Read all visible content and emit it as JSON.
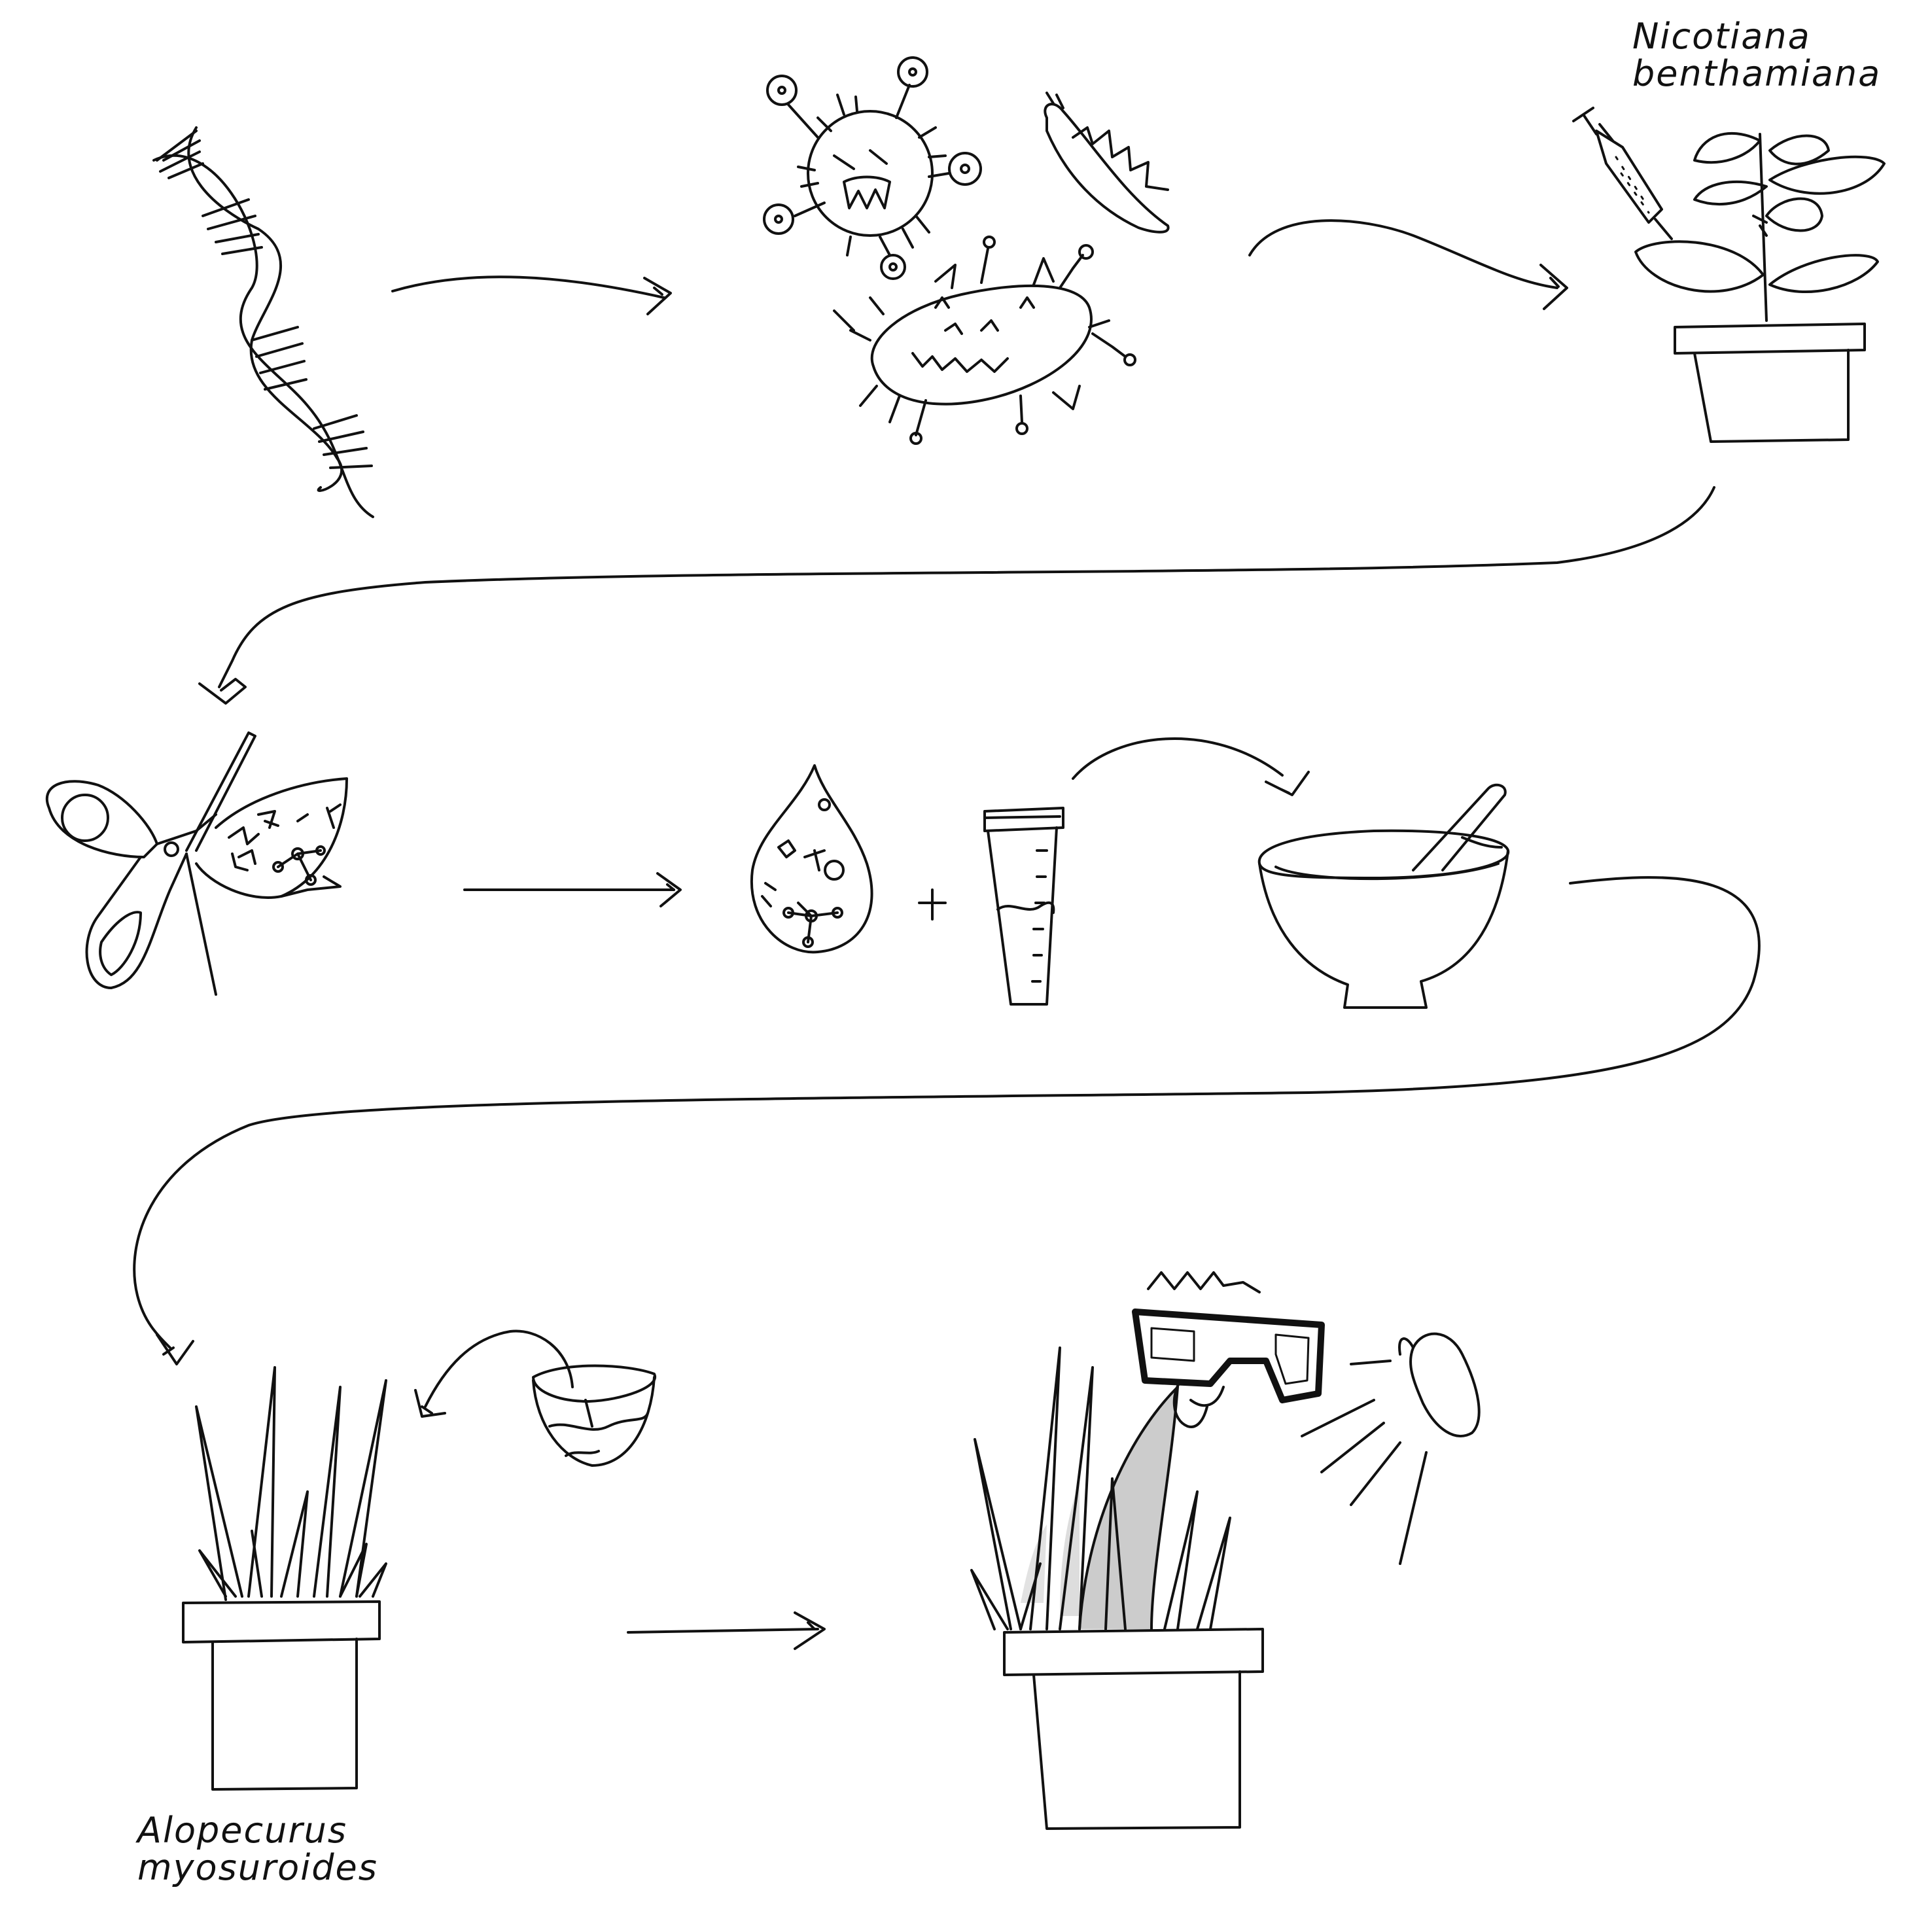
{
  "labels": {
    "nicotiana_line1": "Nicotiana",
    "nicotiana_line2": "benthamiana",
    "alopecurus_line1": "Alopecurus",
    "alopecurus_line2": "myosuroides"
  },
  "colors": {
    "ink": "#111111",
    "background": "#ffffff",
    "shade": "#cccccc"
  },
  "icons": [
    "dna-helix-icon",
    "virus-icon",
    "caterpillar-icon",
    "bacterium-icon",
    "syringe-icon",
    "tobacco-plant-icon",
    "scissors-icon",
    "leaf-icon",
    "droplet-icon",
    "plus-icon",
    "test-tube-icon",
    "mortar-pestle-icon",
    "small-bowl-icon",
    "grass-plant-icon",
    "goggles-icon",
    "lamp-icon"
  ]
}
